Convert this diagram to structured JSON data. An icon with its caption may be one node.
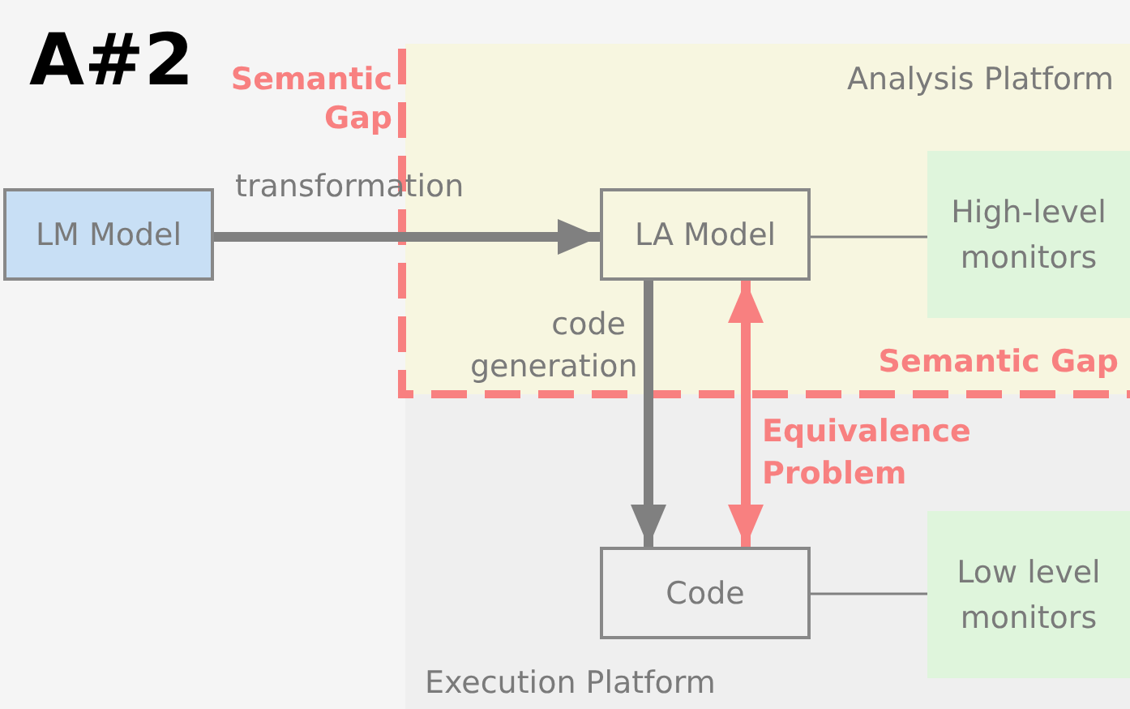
{
  "diagram": {
    "nodes": [
      {
        "text": [
          "Analysis Platform"
        ]
      },
      {
        "text": [
          "Execution Platform"
        ]
      },
      {
        "text": [
          "LM Model"
        ]
      },
      {
        "text": [
          "LA Model"
        ],
        "in": 0
      },
      {
        "text": [
          "High-level monitors"
        ],
        "in": 0
      },
      {
        "text": [
          "Code"
        ],
        "in": 1
      },
      {
        "text": [
          "Low level monitors"
        ],
        "in": 1
      }
    ],
    "edges": [
      {
        "from": 2,
        "to": 3,
        "arrow": "to",
        "label": "transformation"
      },
      {
        "from": 3,
        "to": 4,
        "arrow": "none"
      },
      {
        "from": 3,
        "to": 5,
        "arrow": "to",
        "label": "code generation"
      },
      {
        "from": 5,
        "to": 3,
        "arrow": "both",
        "label": "Equivalence Problem",
        "color": "#f88080"
      },
      {
        "from": 5,
        "to": 6,
        "arrow": "none"
      }
    ],
    "labels": [
      "A#2",
      "Semantic Gap",
      "Semantic Gap"
    ]
  }
}
